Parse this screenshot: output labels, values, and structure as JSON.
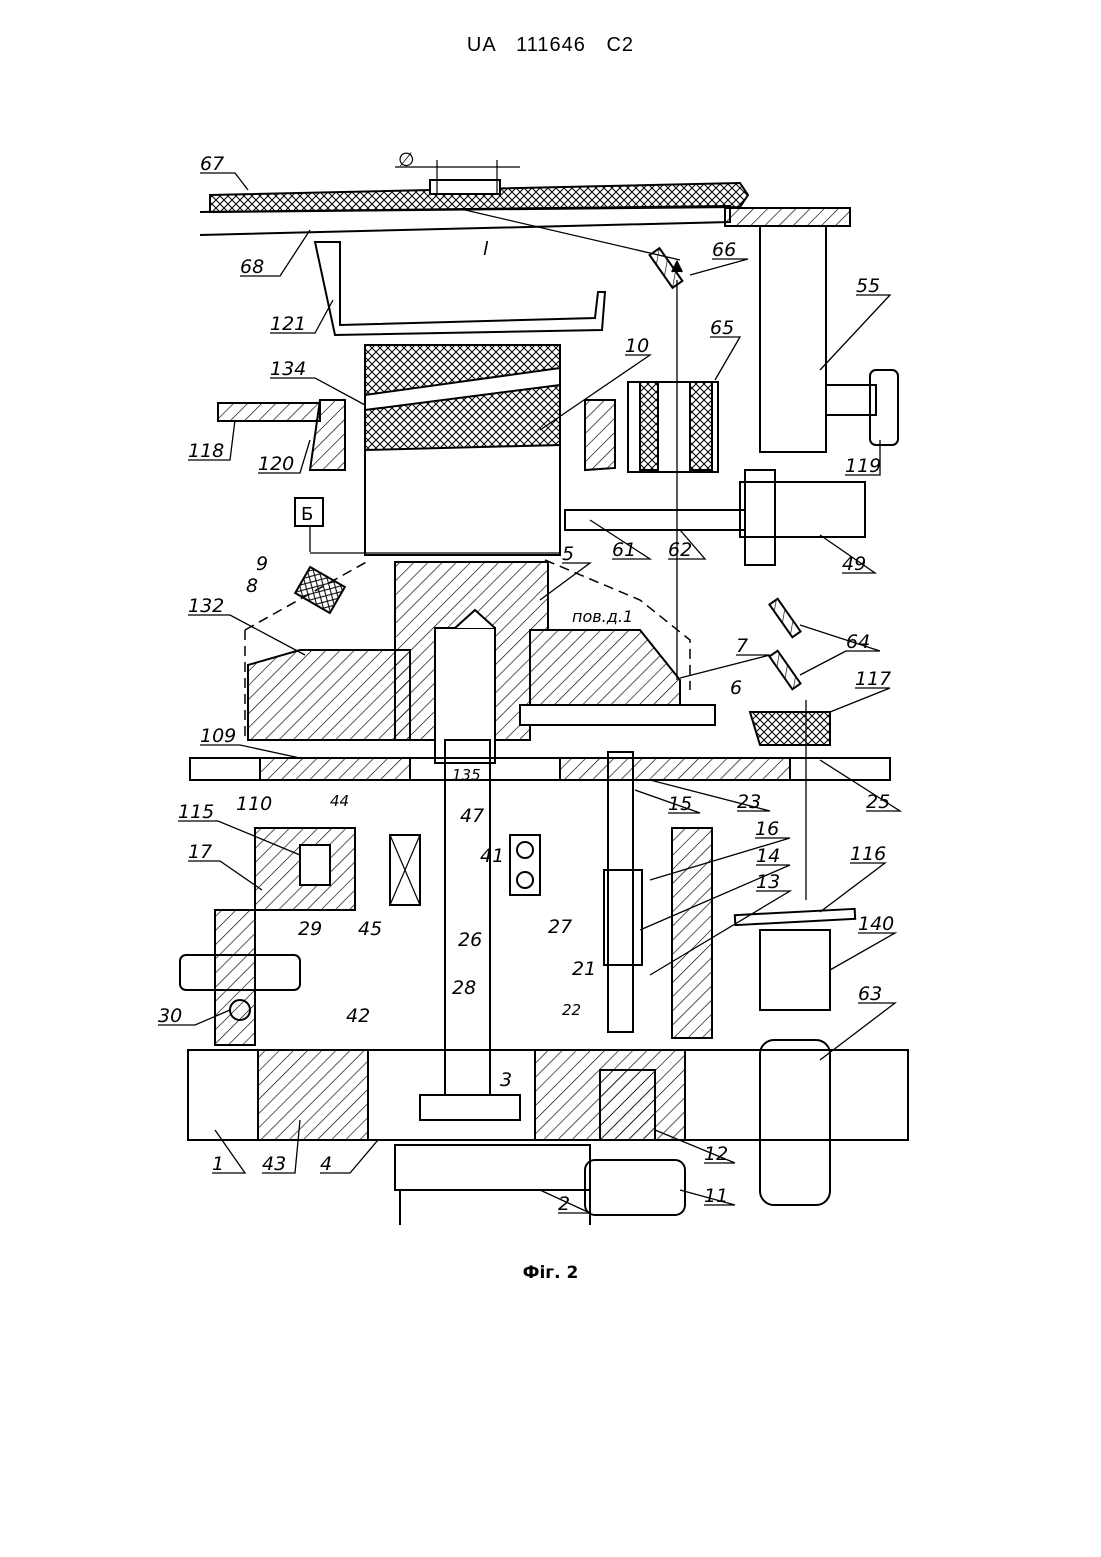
{
  "header": {
    "document_number": "UA   111646   C2"
  },
  "caption": "Фіг. 2",
  "diameter_symbol": "∅",
  "dimension_l": "l",
  "box_b": "Б",
  "note_pov": "пов.д.1",
  "labels": [
    "67",
    "68",
    "121",
    "134",
    "10",
    "118",
    "120",
    "66",
    "65",
    "55",
    "119",
    "49",
    "61",
    "62",
    "5",
    "9",
    "8",
    "132",
    "7",
    "6",
    "64",
    "117",
    "109",
    "135",
    "23",
    "25",
    "110",
    "44",
    "47",
    "15",
    "16",
    "115",
    "17",
    "41",
    "14",
    "13",
    "116",
    "140",
    "29",
    "45",
    "26",
    "27",
    "30",
    "42",
    "28",
    "21",
    "22",
    "63",
    "3",
    "1",
    "43",
    "4",
    "2",
    "12",
    "11"
  ]
}
